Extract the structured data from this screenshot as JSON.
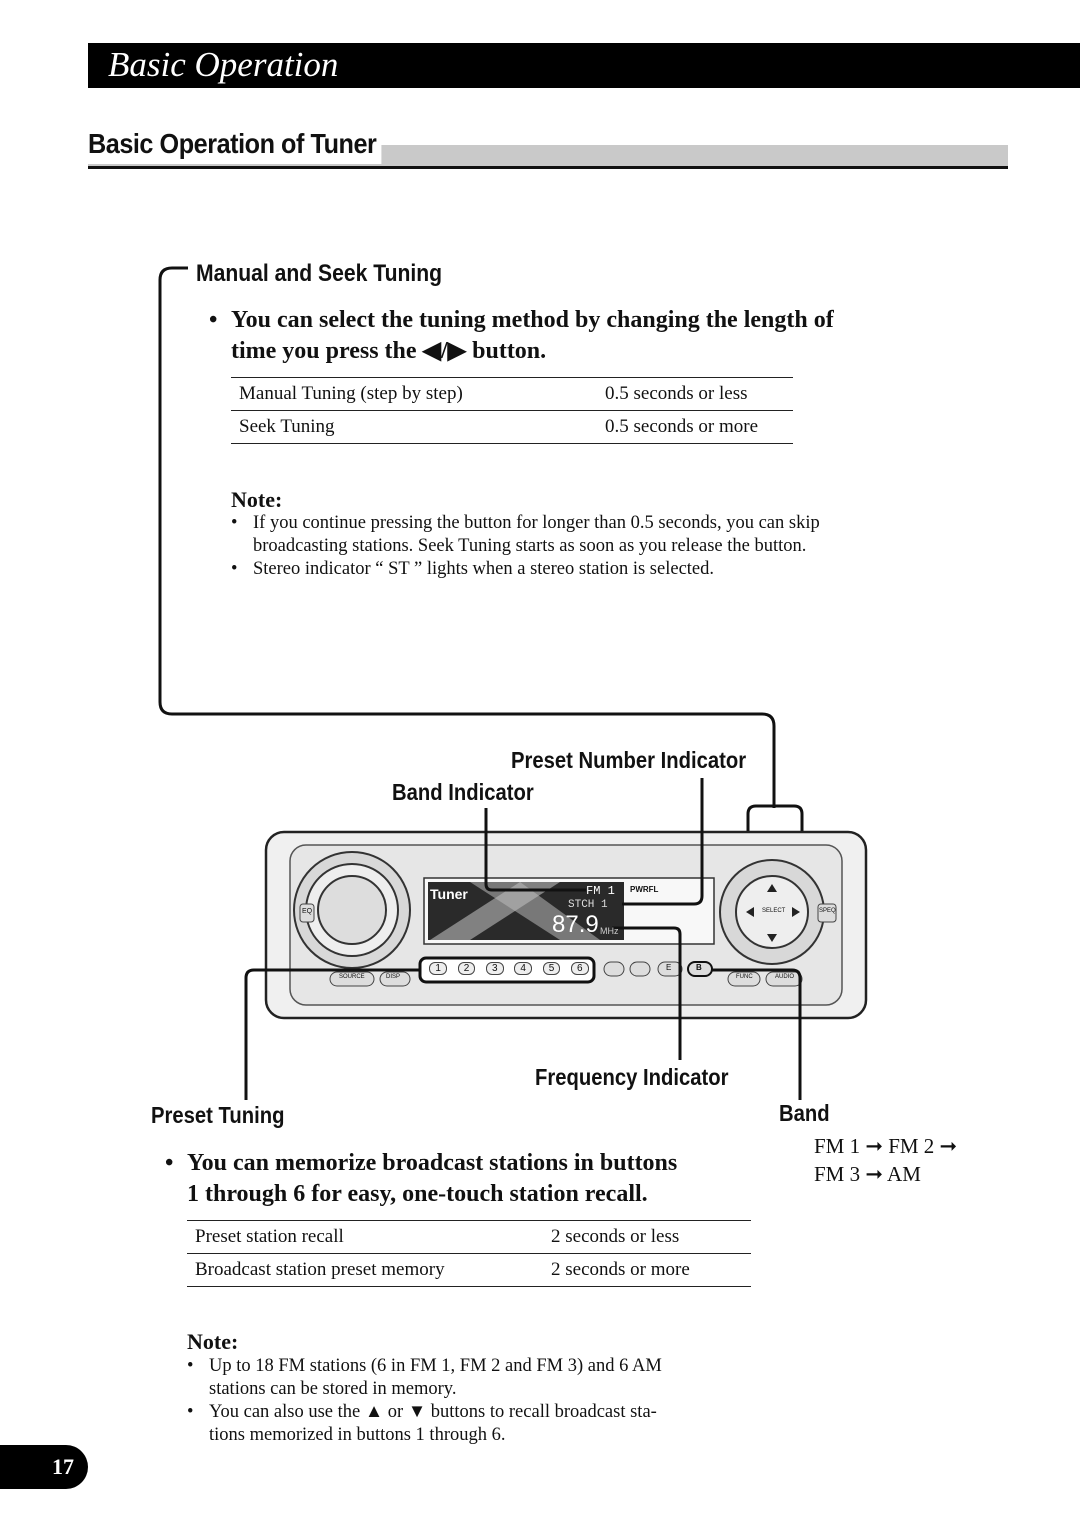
{
  "header": {
    "title": "Basic Operation"
  },
  "section": {
    "title": "Basic Operation of Tuner"
  },
  "manual": {
    "heading": "Manual and Seek Tuning",
    "lead_line1": "You can select the tuning method by changing the length of",
    "lead_line2": "time you press the ◀/▶ button.",
    "table": [
      [
        "Manual Tuning (step by step)",
        "0.5 seconds or less"
      ],
      [
        "Seek Tuning",
        "0.5 seconds or more"
      ]
    ],
    "note_title": "Note:",
    "notes": [
      [
        "If you continue pressing the button for longer than 0.5 seconds, you can skip",
        "broadcasting stations. Seek Tuning starts as soon as you release the button."
      ],
      [
        "Stereo indicator “ ST ” lights when a stereo station is selected."
      ]
    ]
  },
  "callouts": {
    "preset_number": "Preset Number Indicator",
    "band_indicator": "Band Indicator",
    "frequency": "Frequency Indicator",
    "preset_tuning": "Preset Tuning",
    "band": "Band"
  },
  "band_sequence": {
    "line1": "FM 1 ➞ FM 2 ➞",
    "line2": "FM 3 ➞ AM"
  },
  "device": {
    "display_tuner": "Tuner",
    "display_band": "FM 1",
    "display_stch": "STCH 1",
    "display_freq": "87.9",
    "display_unit": "MHz",
    "display_pwrfl": "PWRFL",
    "presets": [
      "1",
      "2",
      "3",
      "4",
      "5",
      "6"
    ],
    "btn_eq": "EQ",
    "btn_source": "SOURCE",
    "btn_disp": "DISP",
    "btn_func": "FUNC",
    "btn_audio": "AUDIO",
    "btn_select": "SELECT",
    "btn_speq": "SPEQ",
    "btn_e": "E",
    "btn_b": "B"
  },
  "preset": {
    "lead_line1": "You can memorize broadcast stations in buttons",
    "lead_line2": "1 through 6 for easy, one-touch station recall.",
    "table": [
      [
        "Preset station recall",
        "2 seconds or less"
      ],
      [
        "Broadcast station preset memory",
        "2 seconds or more"
      ]
    ],
    "note_title": "Note:",
    "notes": [
      [
        "Up to 18 FM stations (6 in FM 1, FM 2 and FM 3) and 6 AM",
        "stations can be stored in memory."
      ],
      [
        "You can also use the ▲ or ▼ buttons to recall broadcast sta-",
        "tions memorized in buttons 1 through 6."
      ]
    ]
  },
  "page": {
    "number": "17"
  }
}
